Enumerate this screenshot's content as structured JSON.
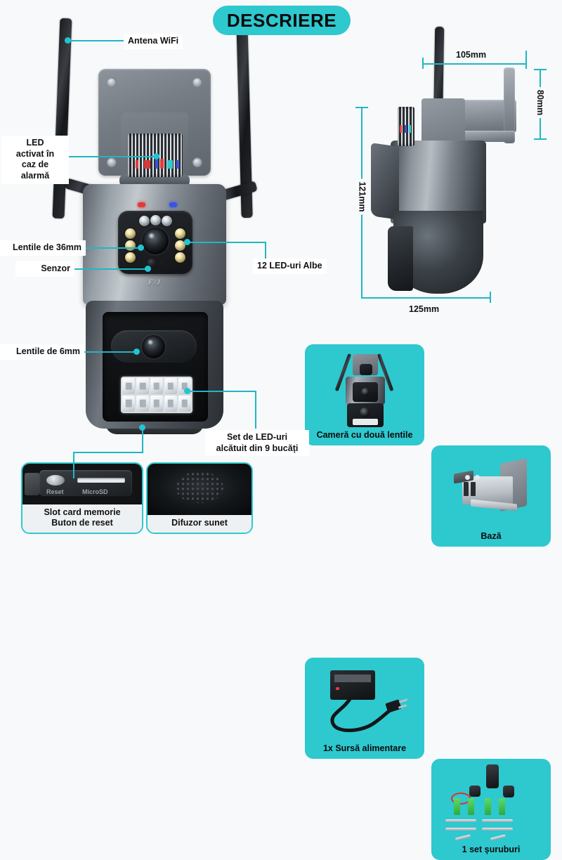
{
  "header": {
    "title": "DESCRIERE"
  },
  "colors": {
    "accent": "#2ec8cf",
    "leader": "#21b6c4",
    "background": "#f7f9fa",
    "text": "#111111"
  },
  "callouts": {
    "antenna": "Antena WiFi",
    "alarm_led": "LED\nactivat în\ncaz de\nalarmă",
    "lens_36mm": "Lentile de 36mm",
    "sensor": "Senzor",
    "lens_6mm": "Lentile de 6mm",
    "white_leds": "12 LED-uri Albe",
    "led_set": "Set de LED-uri\nalcătuit din 9 bucăți"
  },
  "device": {
    "brandmark": "F/J"
  },
  "dimensions": {
    "width_top": "105mm",
    "height_right": "80mm",
    "height_left": "121mm",
    "width_bottom": "125mm"
  },
  "detail_cards": [
    {
      "caption": "Slot card memorie\nButon de reset",
      "reset_label": "Reset",
      "sd_label": "MicroSD"
    },
    {
      "caption": "Difuzor sunet"
    }
  ],
  "accessories": [
    {
      "caption": "Cameră cu două lentile"
    },
    {
      "caption": "Bază"
    },
    {
      "caption": "1x Sursă alimentare"
    },
    {
      "caption": "1 set șuruburi"
    }
  ]
}
